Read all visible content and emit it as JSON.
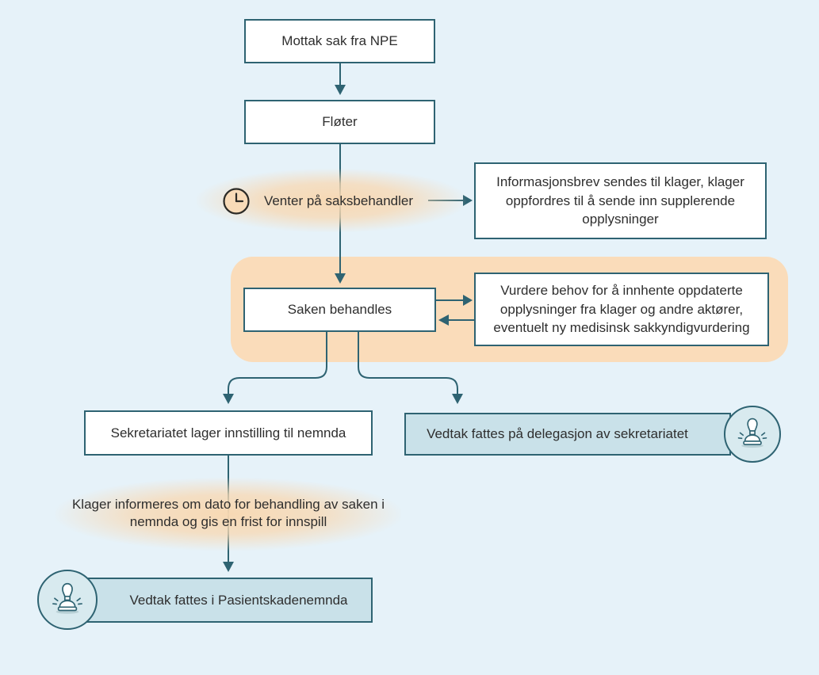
{
  "diagram_title": "Saksgang flytdiagram",
  "colors": {
    "background": "#E6F2F9",
    "border_teal": "#2E6372",
    "orange_panel": "#FADCBA",
    "glow_peach": "#F8D8B2",
    "blue_box": "#C9E1E9",
    "circle_badge": "#D8EAEF",
    "clock_fill": "#F8DBB8",
    "text": "#2E2E2E"
  },
  "nodes": {
    "mottak": {
      "label": "Mottak sak fra NPE"
    },
    "floter": {
      "label": "Fløter"
    },
    "venter": {
      "label": "Venter på saksbehandler"
    },
    "infobrev": {
      "label": "Informasjonsbrev sendes til klager, klager oppfordres til å sende inn supplerende opplysninger"
    },
    "saken": {
      "label": "Saken behandles"
    },
    "vurdere": {
      "label": "Vurdere behov for å innhente oppdaterte opplysninger fra klager og andre aktører, eventuelt ny medisinsk sakkyndigvurdering"
    },
    "sekretariatet": {
      "label": "Sekretariatet lager innstilling til nemnda"
    },
    "delegasjon": {
      "label": "Vedtak fattes på delegasjon av sekretariatet"
    },
    "klager_info": {
      "label": "Klager informeres om dato for behandling av saken i nemnda og gis en frist for innspill"
    },
    "vedtak_nemnda": {
      "label": "Vedtak fattes i Pasientskadenemnda"
    }
  },
  "icons": {
    "clock": "clock-icon",
    "stamp_delegasjon": "stamp-icon",
    "stamp_nemnda": "stamp-icon"
  }
}
